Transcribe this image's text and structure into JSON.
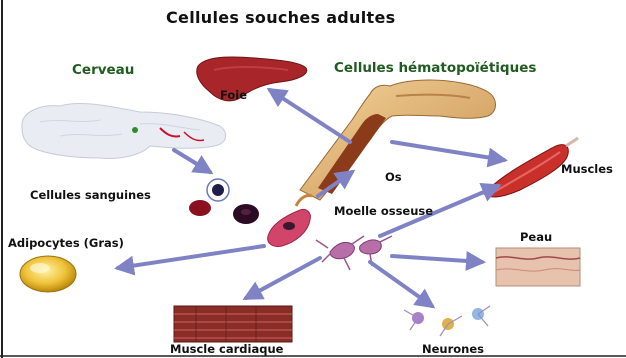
{
  "diagram": {
    "title": "Cellules souches adultes",
    "labels": {
      "brain": "Cerveau",
      "hematopoietic": "Cellules hématopoïétiques",
      "liver": "Foie",
      "blood_cells": "Cellules sanguines",
      "bone": "Os",
      "marrow": "Moelle osseuse",
      "muscles": "Muscles",
      "adipocytes": "Adipocytes (Gras)",
      "skin": "Peau",
      "cardiac_muscle": "Muscle cardiaque",
      "neurons": "Neurones"
    },
    "colors": {
      "arrow": "#7f83c6",
      "bone": "#e2b478",
      "marrow": "#8c3b1a",
      "liver": "#a8262a",
      "muscle": "#c9302c",
      "fat_cell": "#e8b52a",
      "skin": "#e7c2ad",
      "cardiac": "#8a2d28",
      "brain": "#e9ecf2",
      "label_green": "#1f5c1f"
    }
  }
}
